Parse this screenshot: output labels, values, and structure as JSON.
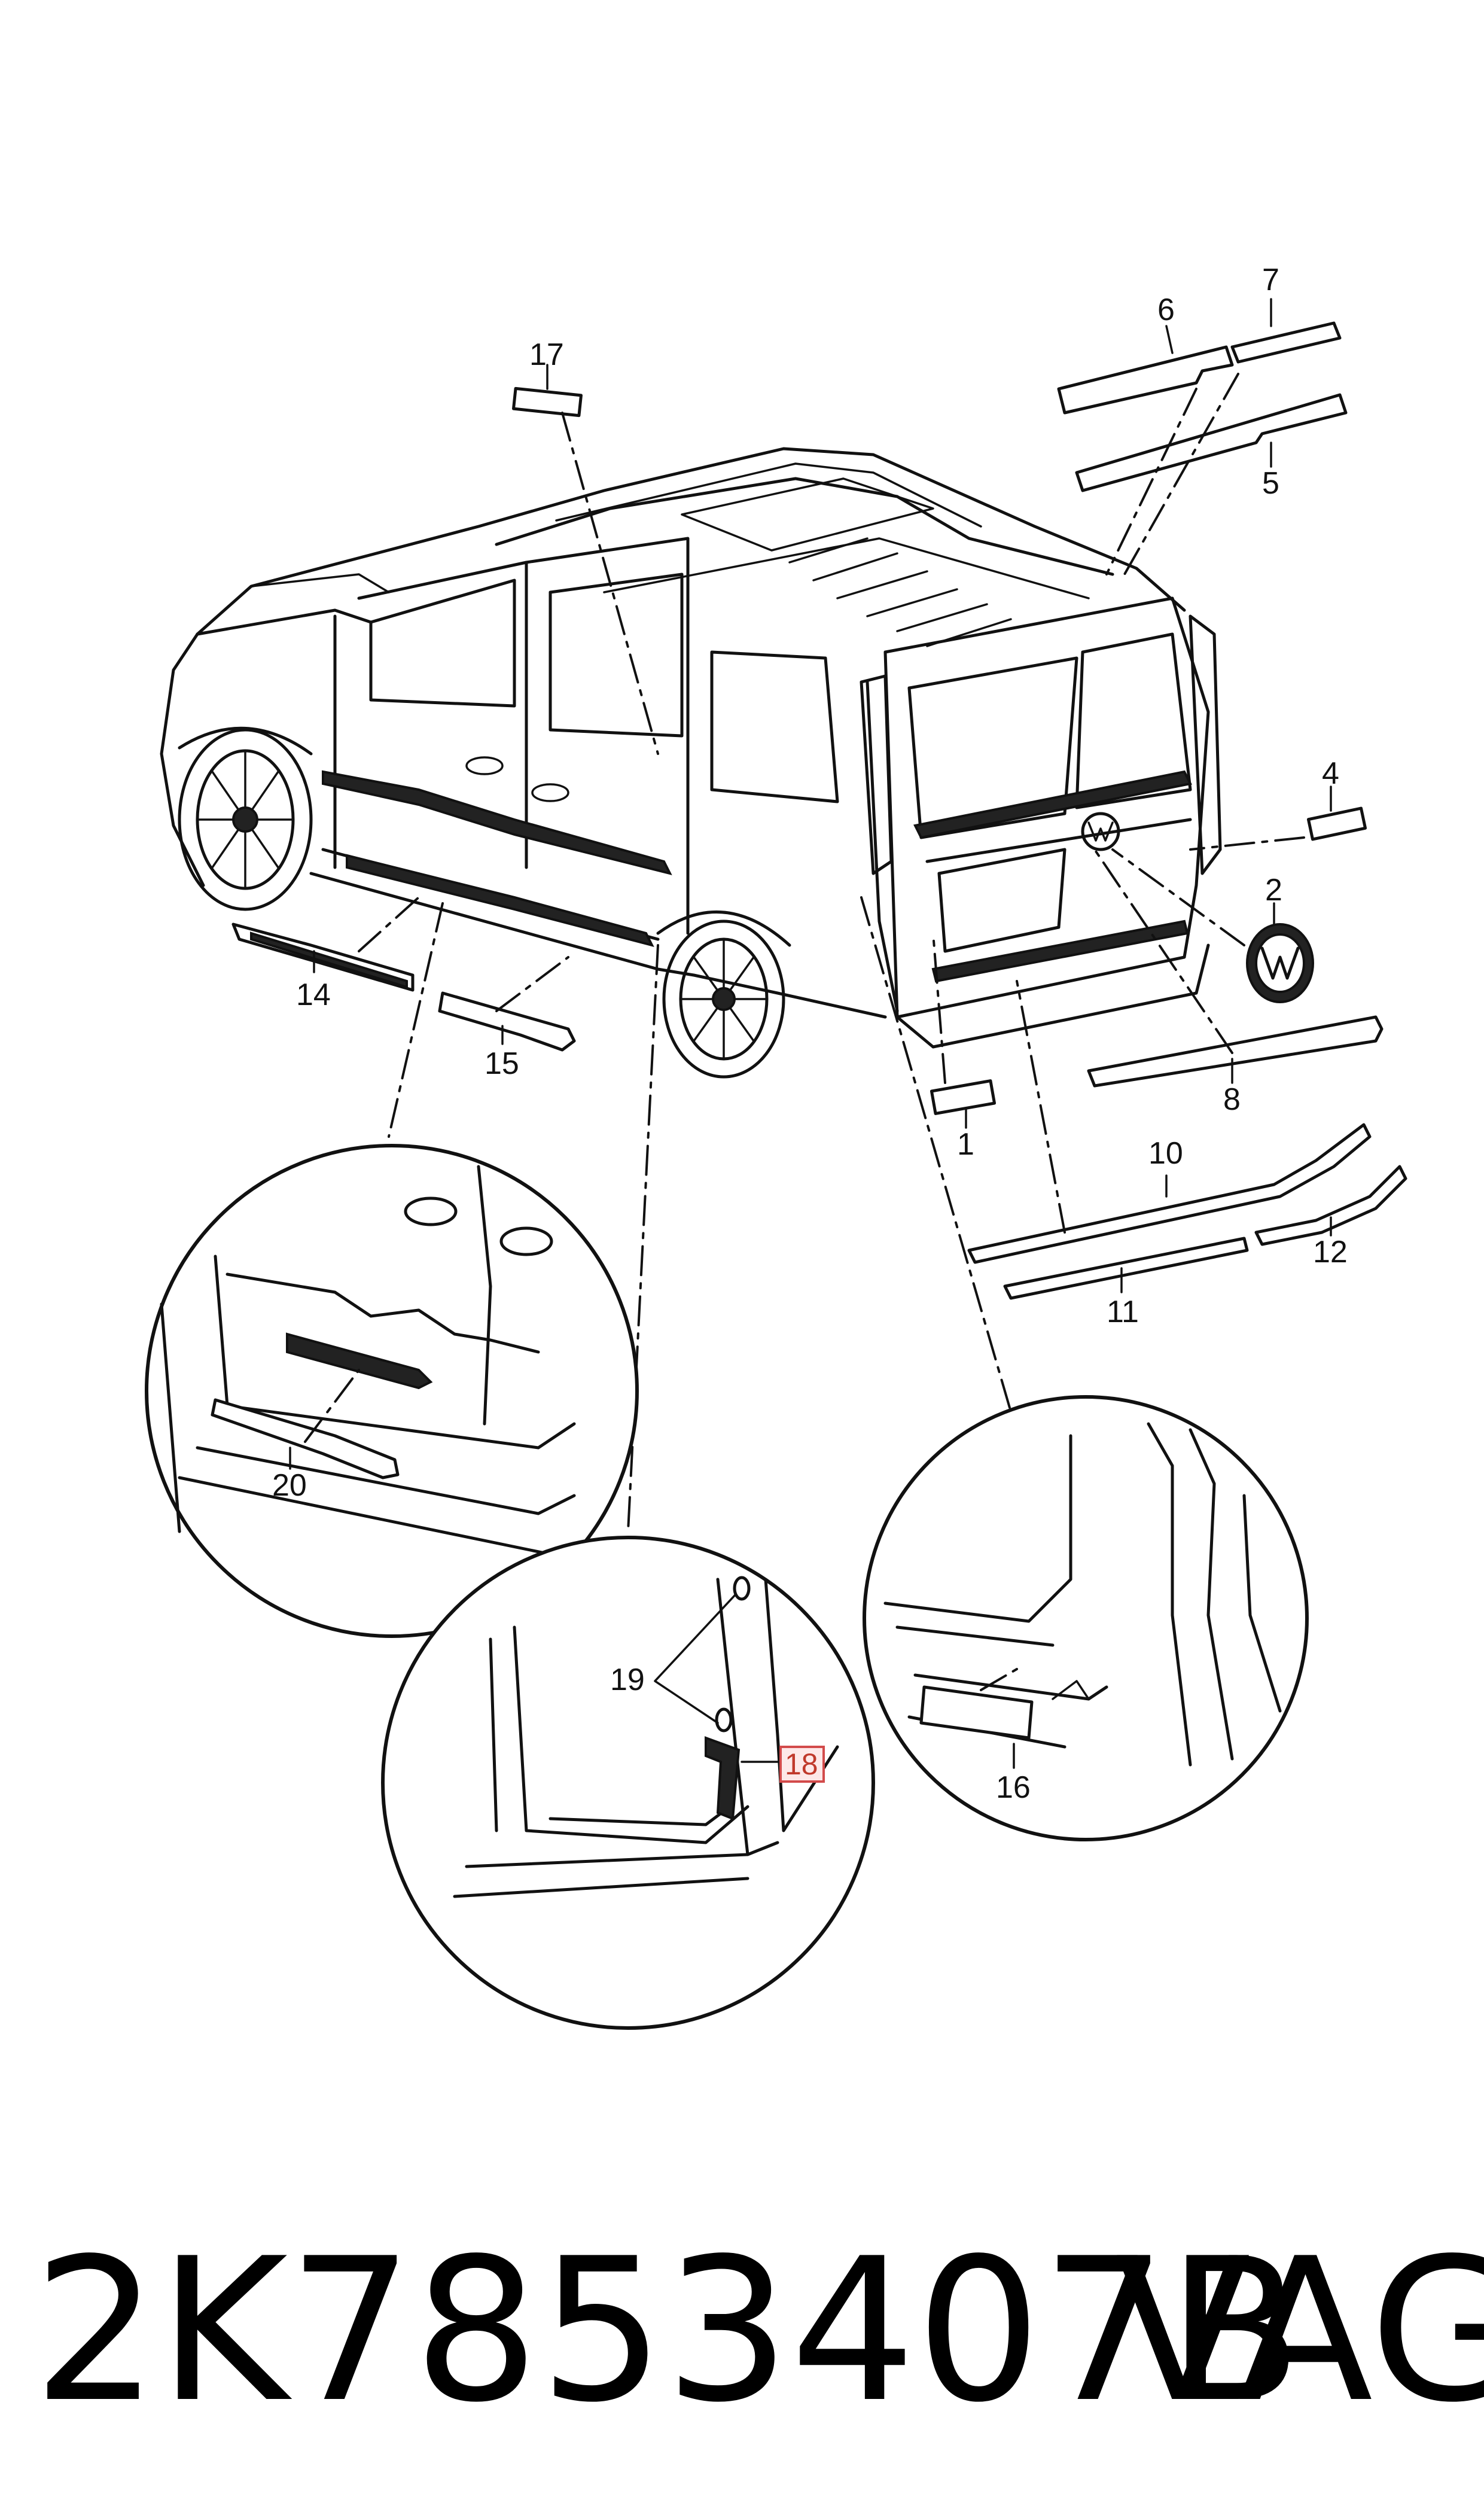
{
  "callouts": {
    "c1": "1",
    "c2": "2",
    "c4": "4",
    "c5": "5",
    "c6": "6",
    "c7": "7",
    "c8": "8",
    "c10": "10",
    "c11": "11",
    "c12": "12",
    "c14": "14",
    "c15": "15",
    "c16": "16",
    "c17": "17",
    "c18": "18",
    "c19": "19",
    "c20": "20"
  },
  "highlighted_part": "18",
  "highlight_color": "#d24b4b",
  "footer": {
    "part_number": "2K7853407B",
    "brand": "VAG"
  }
}
